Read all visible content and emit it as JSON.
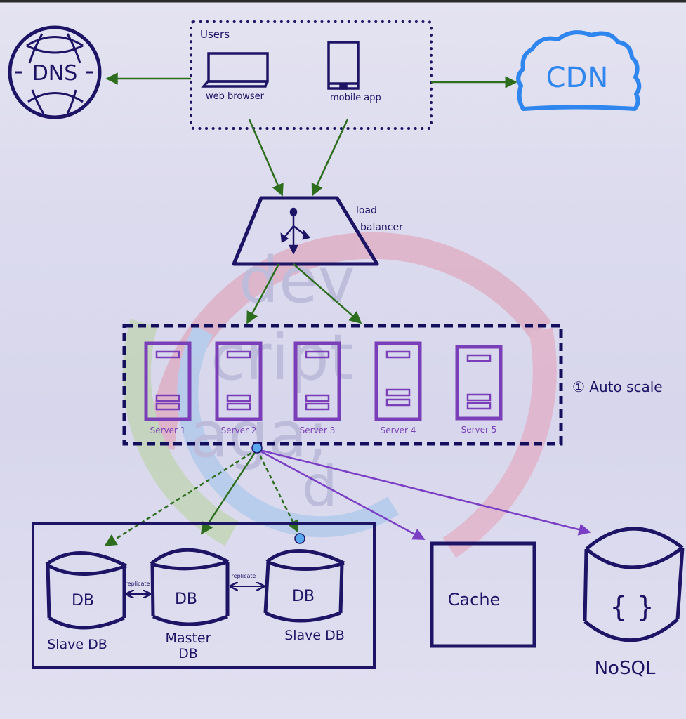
{
  "diagram": {
    "title": "System architecture with load balancer, auto-scaled servers and databases",
    "colors": {
      "ink": "#1e1466",
      "server": "#7a3fb8",
      "cdn": "#2f86ee",
      "arrow_green": "#2d6e1e",
      "arrow_purple": "#7a3fc4",
      "node_dot": "#5aa9f0",
      "background": "#dcdbee"
    },
    "dns": {
      "label": "DNS",
      "icon": "globe-icon"
    },
    "cdn": {
      "label": "CDN",
      "icon": "cloud-icon"
    },
    "users": {
      "title": "Users",
      "web": {
        "label": "web  browser",
        "icon": "laptop-icon"
      },
      "mobile": {
        "label": "mobile app",
        "icon": "mobile-phone-icon"
      }
    },
    "load_balancer": {
      "label_line1": "load",
      "label_line2": "balancer",
      "icon": "split-arrows-icon"
    },
    "servers": {
      "note": "① Auto scale",
      "items": [
        {
          "label": "Server 1"
        },
        {
          "label": "Server 2"
        },
        {
          "label": "Server 3"
        },
        {
          "label": "Server 4"
        },
        {
          "label": "Server 5"
        }
      ]
    },
    "databases": {
      "slave_left": {
        "inner": "DB",
        "label": "Slave DB"
      },
      "master": {
        "inner": "DB",
        "label_line1": "Master",
        "label_line2": "DB"
      },
      "slave_right": {
        "inner": "DB",
        "label": "Slave DB"
      },
      "replicate_left": "replicate",
      "replicate_right": "replicate"
    },
    "cache": {
      "label": "Cache"
    },
    "nosql": {
      "inner": "{ }",
      "label": "NoSQL"
    },
    "watermark": {
      "line1": "dev",
      "line2": "cript",
      "line3": "aga;",
      "line4": "d"
    }
  }
}
